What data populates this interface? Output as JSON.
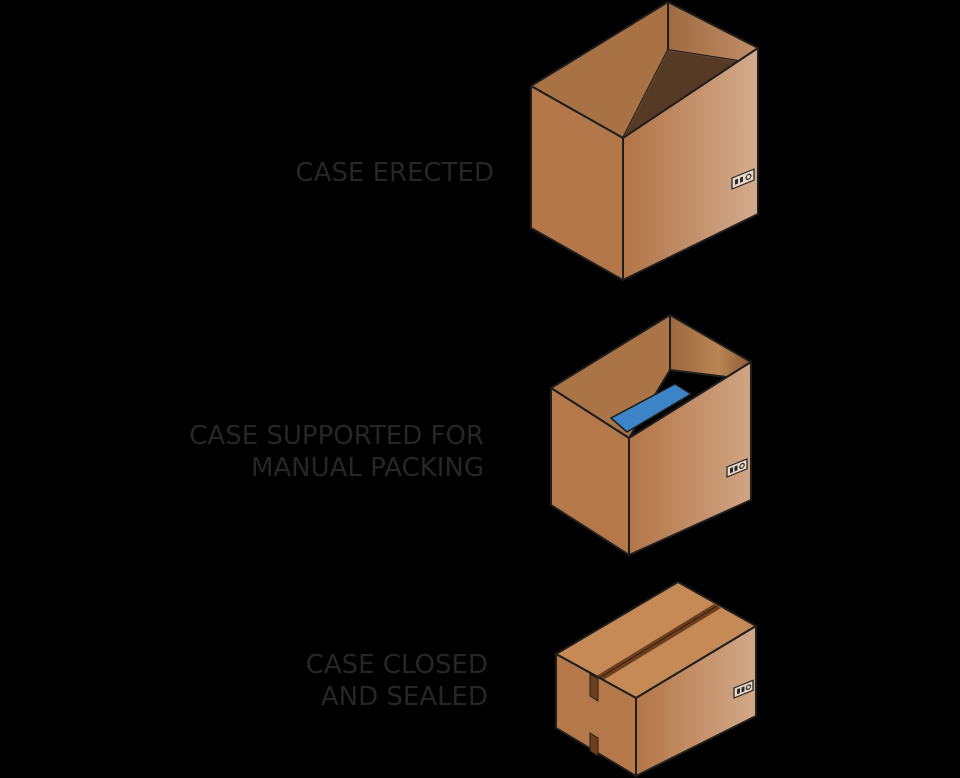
{
  "background": "#000000",
  "colors": {
    "label_text": "#262626",
    "box_left_face": "#b67a4b",
    "box_right_face": "#c99c79",
    "box_inner": "#a36e42",
    "box_outline": "#1e1e1e",
    "packing_tray": "#3c84c7",
    "sealing_tape": "#6e3f1c"
  },
  "steps": [
    {
      "lines": [
        "CASE ERECTED"
      ],
      "box": "open-empty",
      "icon": "package-symbols-icon"
    },
    {
      "lines": [
        "CASE SUPPORTED FOR",
        "MANUAL PACKING"
      ],
      "box": "open-with-blue-tray",
      "icon": "package-symbols-icon"
    },
    {
      "lines": [
        "CASE CLOSED",
        "AND SEALED"
      ],
      "box": "closed-taped",
      "icon": "package-symbols-icon"
    }
  ]
}
